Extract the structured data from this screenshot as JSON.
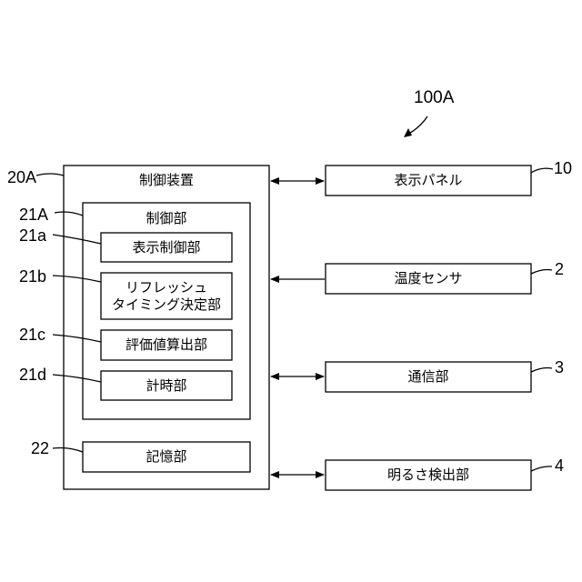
{
  "diagram": {
    "system_ref": "100A",
    "controller": {
      "ref": "20A",
      "title": "制御装置",
      "control_unit": {
        "ref": "21A",
        "title": "制御部",
        "display_control": {
          "ref": "21a",
          "label": "表示制御部"
        },
        "refresh_timing": {
          "ref": "21b",
          "label_line1": "リフレッシュ",
          "label_line2": "タイミング決定部"
        },
        "evaluation": {
          "ref": "21c",
          "label": "評価値算出部"
        },
        "timer": {
          "ref": "21d",
          "label": "計時部"
        }
      },
      "storage": {
        "ref": "22",
        "label": "記憶部"
      }
    },
    "peripherals": {
      "display_panel": {
        "ref": "10",
        "label": "表示パネル"
      },
      "temp_sensor": {
        "ref": "2",
        "label": "温度センサ"
      },
      "comm": {
        "ref": "3",
        "label": "通信部"
      },
      "brightness": {
        "ref": "4",
        "label": "明るさ検出部"
      }
    }
  }
}
